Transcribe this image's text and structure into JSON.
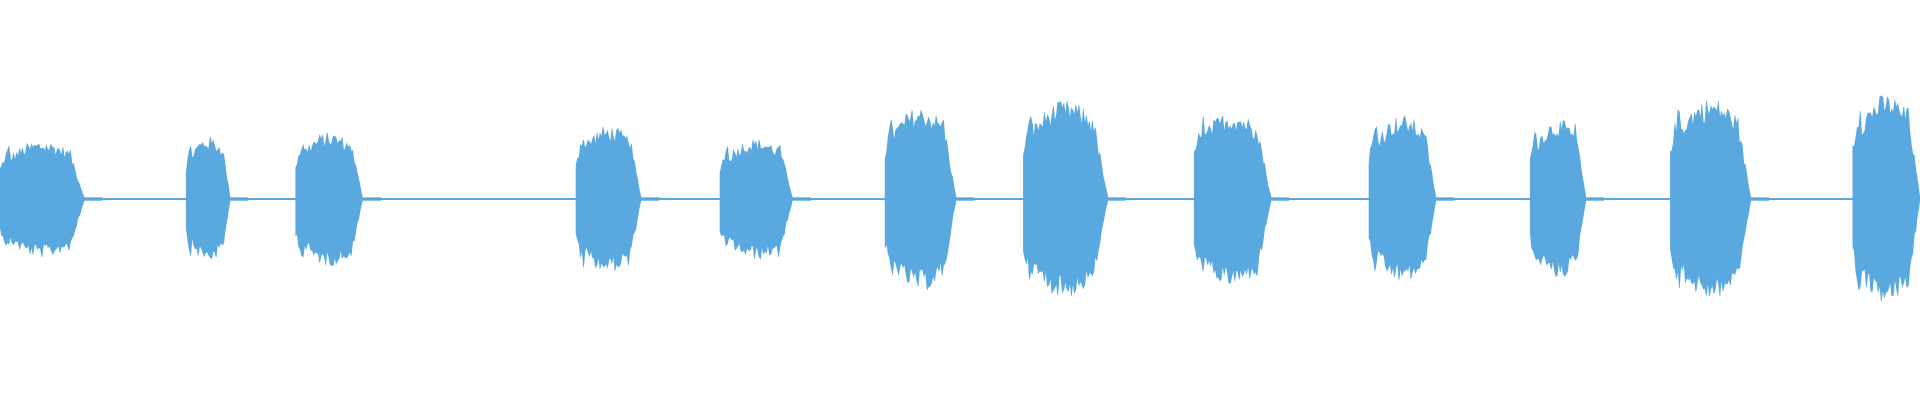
{
  "waveform": {
    "color": "#5aa8e0",
    "background": "#ffffff",
    "duration": 1,
    "baseline_amplitude": 0.005,
    "segments": [
      {
        "start": 0.0,
        "end": 0.044,
        "peak": 0.28
      },
      {
        "start": 0.097,
        "end": 0.12,
        "peak": 0.3
      },
      {
        "start": 0.154,
        "end": 0.189,
        "peak": 0.32
      },
      {
        "start": 0.3,
        "end": 0.334,
        "peak": 0.35
      },
      {
        "start": 0.375,
        "end": 0.413,
        "peak": 0.29
      },
      {
        "start": 0.461,
        "end": 0.498,
        "peak": 0.44
      },
      {
        "start": 0.533,
        "end": 0.577,
        "peak": 0.47
      },
      {
        "start": 0.622,
        "end": 0.662,
        "peak": 0.42
      },
      {
        "start": 0.713,
        "end": 0.748,
        "peak": 0.4
      },
      {
        "start": 0.797,
        "end": 0.826,
        "peak": 0.38
      },
      {
        "start": 0.87,
        "end": 0.912,
        "peak": 0.48
      },
      {
        "start": 0.965,
        "end": 1.0,
        "peak": 0.5
      }
    ]
  }
}
